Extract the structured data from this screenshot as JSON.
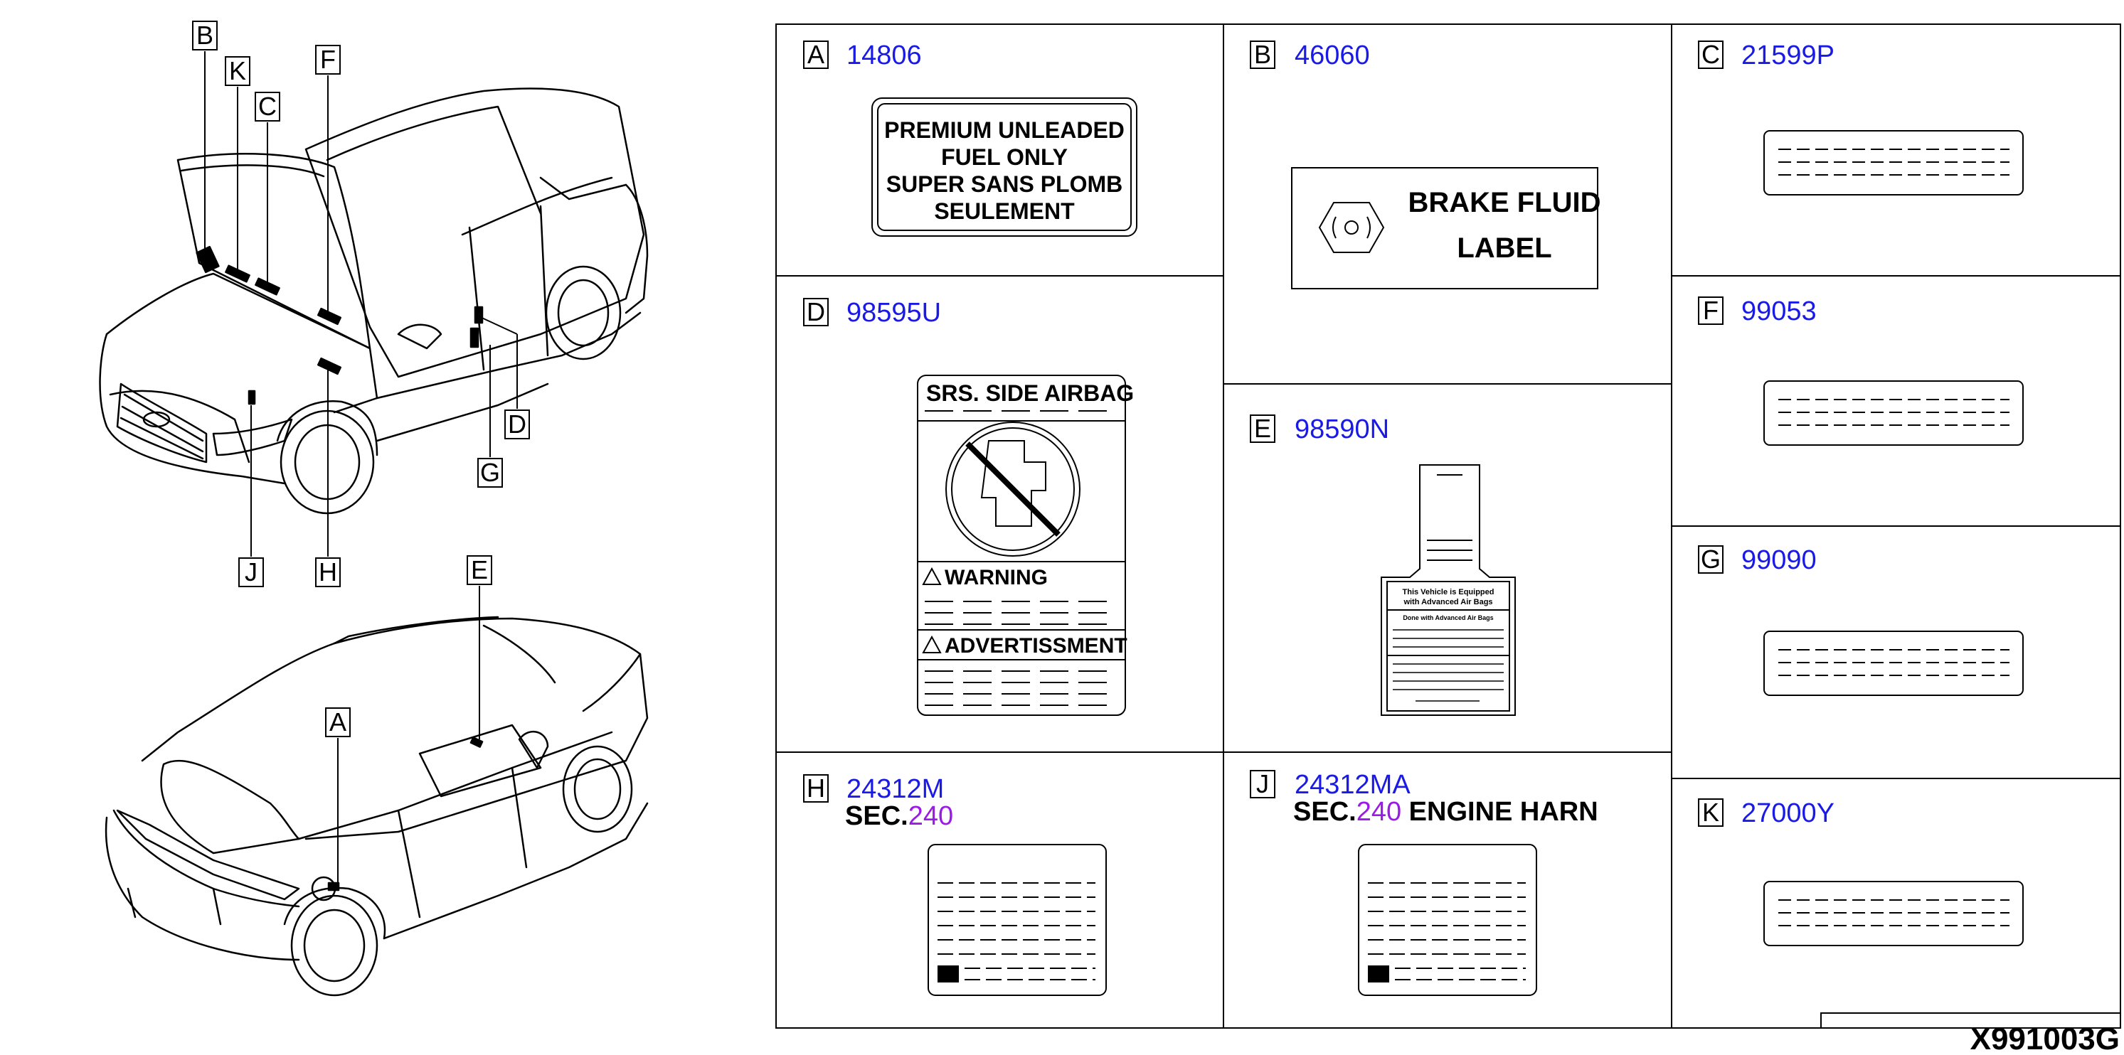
{
  "diagram_code": "X991003G",
  "callouts_top": [
    "B",
    "K",
    "C",
    "F",
    "D",
    "G",
    "J",
    "H"
  ],
  "callouts_bottom": [
    "E",
    "A"
  ],
  "cells": {
    "A": {
      "letter": "A",
      "part": "14806",
      "lines": [
        "PREMIUM UNLEADED",
        "FUEL  ONLY",
        "SUPER SANS PLOMB",
        "SEULEMENT"
      ]
    },
    "B": {
      "letter": "B",
      "part": "46060",
      "line1": "BRAKE FLUID",
      "line2": "LABEL"
    },
    "C": {
      "letter": "C",
      "part": "21599P"
    },
    "D": {
      "letter": "D",
      "part": "98595U",
      "title": "SRS. SIDE AIRBAG",
      "warning": "WARNING",
      "advert": "ADVERTISSMENT"
    },
    "E": {
      "letter": "E",
      "part": "98590N",
      "tag_line1": "This Vehicle is Equipped",
      "tag_line2": "with Advanced Air Bags",
      "tag_line3": "Done with Advanced Air Bags"
    },
    "F": {
      "letter": "F",
      "part": "99053"
    },
    "G": {
      "letter": "G",
      "part": "99090"
    },
    "H": {
      "letter": "H",
      "part": "24312M",
      "sec_prefix": "SEC.",
      "sec_num": "240"
    },
    "J": {
      "letter": "J",
      "part": "24312MA",
      "sec_prefix": "SEC.",
      "sec_num": "240",
      "sec_suffix": " ENGINE HARN"
    },
    "K": {
      "letter": "K",
      "part": "27000Y"
    }
  },
  "colors": {
    "part_number": "#1a1ae6",
    "section_number": "#9a1ae6",
    "ink": "#000000"
  }
}
